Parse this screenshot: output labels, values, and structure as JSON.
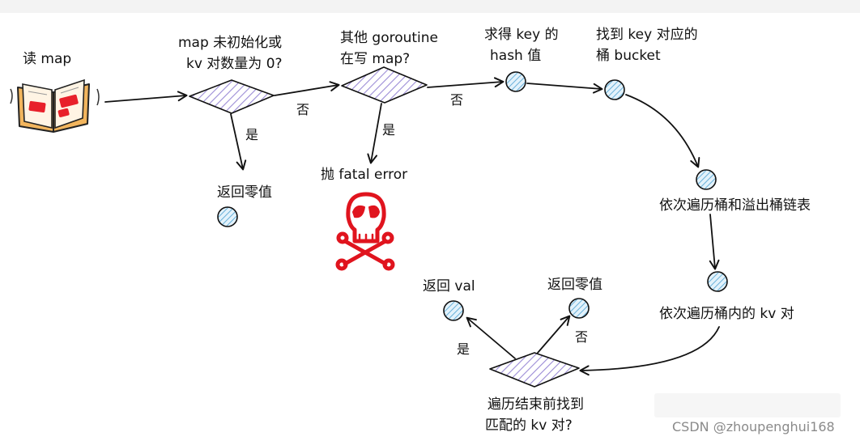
{
  "colors": {
    "stroke": "#111111",
    "diamond_hatch": "#9b8cd6",
    "circle_fill": "#e3f2fb",
    "circle_hatch": "#5aa9d6",
    "skull": "#e0141e",
    "book": "#f2b55d",
    "book_mark": "#e8202a"
  },
  "labels": {
    "read_map": "读 map",
    "cond_uninit_line1": "map 未初始化或",
    "cond_uninit_line2": "kv 对数量为 0?",
    "cond_writing_line1": "其他 goroutine",
    "cond_writing_line2": "在写 map?",
    "hash_line1": "求得 key 的",
    "hash_line2": "hash 值",
    "bucket_line1": "找到 key 对应的",
    "bucket_line2": "桶 bucket",
    "traverse_buckets": "依次遍历桶和溢出桶链表",
    "traverse_kv": "依次遍历桶内的 kv 对",
    "cond_match_line1": "遍历结束前找到",
    "cond_match_line2": "匹配的 kv 对?",
    "return_zero_1": "返回零值",
    "return_val": "返回 val",
    "return_zero_2": "返回零值",
    "fatal": "抛 fatal error",
    "yes_1": "是",
    "yes_2": "是",
    "yes_3": "是",
    "no_1": "否",
    "no_2": "否",
    "no_3": "否"
  },
  "icons": {
    "book": "open-book-icon",
    "skull": "skull-crossbones-icon"
  },
  "watermark": "CSDN @zhoupenghui168"
}
